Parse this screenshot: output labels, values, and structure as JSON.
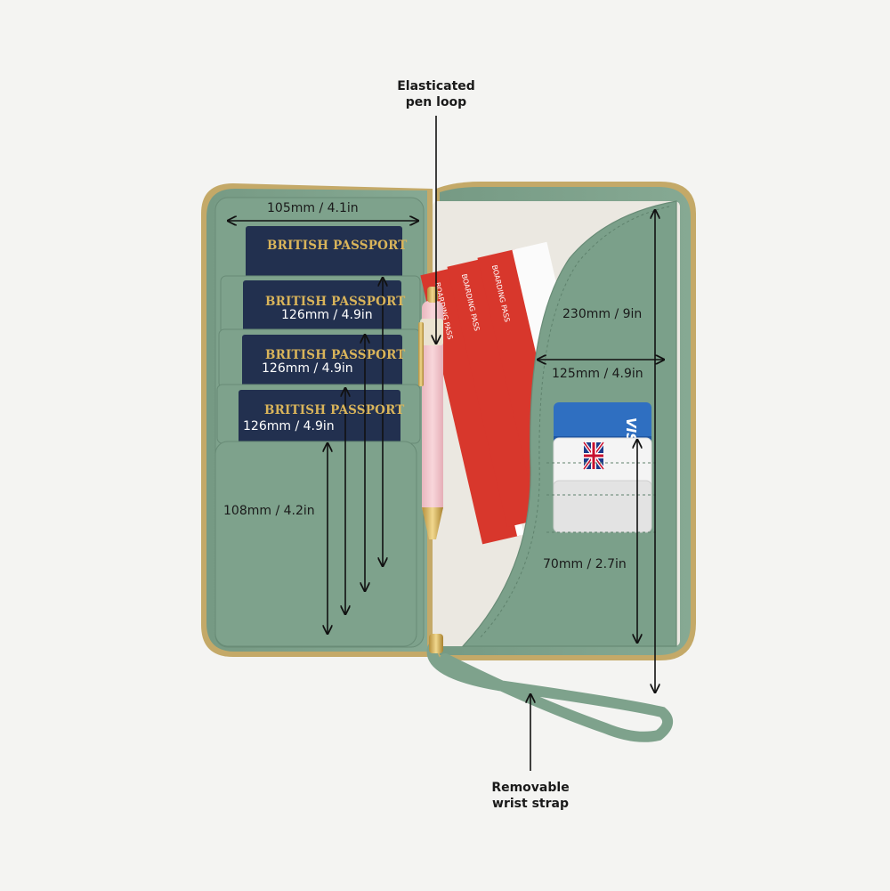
{
  "callouts": {
    "pen_loop": [
      "Elasticated",
      "pen loop"
    ],
    "wrist_strap": [
      "Removable",
      "wrist strap"
    ]
  },
  "dimensions": {
    "left_width": "105mm / 4.1in",
    "passport_height_1": "126mm / 4.9in",
    "passport_height_2": "126mm / 4.9in",
    "passport_height_3": "126mm / 4.9in",
    "front_pocket_height": "108mm / 4.2in",
    "right_height": "230mm / 9in",
    "right_width": "125mm / 4.9in",
    "card_slot_height": "70mm / 2.7in"
  },
  "passports": [
    "BRITISH PASSPORT",
    "BRITISH PASSPORT",
    "BRITISH PASSPORT",
    "BRITISH PASSPORT"
  ],
  "boarding_pass_label": "BOARDING PASS",
  "card_brand": "VISA",
  "colors": {
    "background": "#f4f4f2",
    "leather": "#7fa38d",
    "leather_dark": "#6d917b",
    "lining": "#ebe8e1",
    "passport": "#22304f",
    "passport_text": "#d9b45a",
    "boarding_pass": "#d8372c",
    "pen": "#f3c9cf",
    "zip": "#c4a968"
  }
}
